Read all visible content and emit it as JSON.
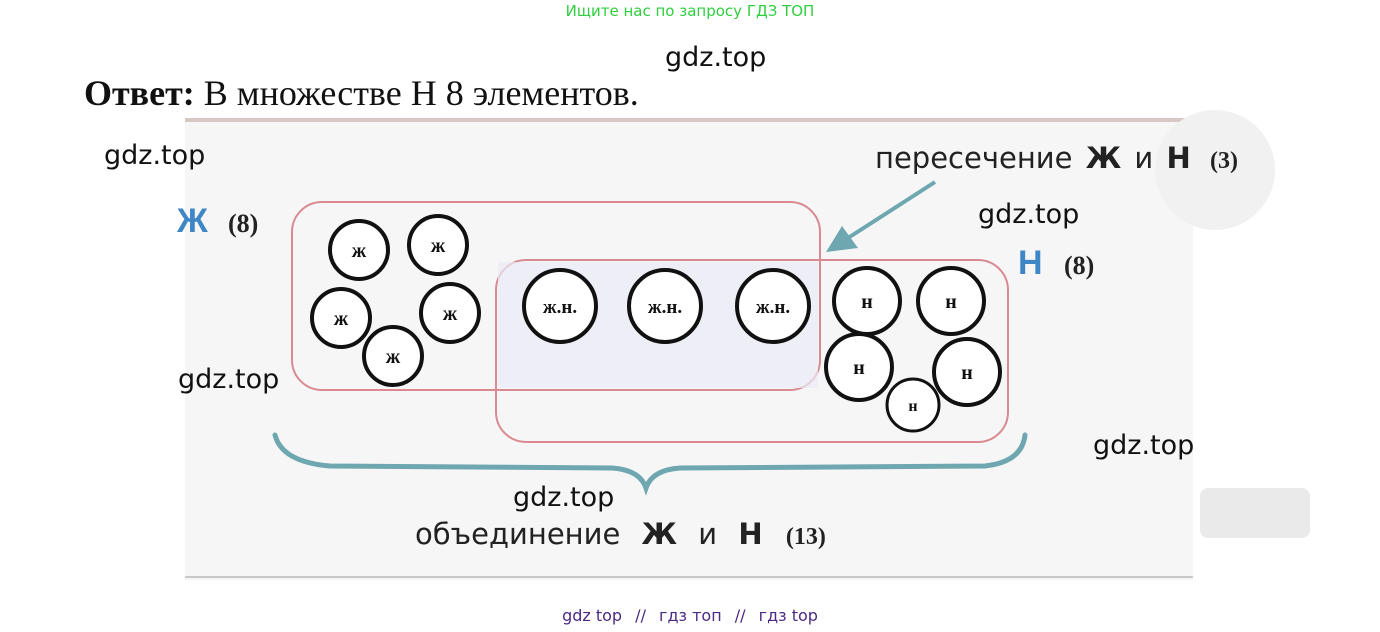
{
  "banner": {
    "text": "Ищите нас по запросу ГДЗ ТОП"
  },
  "answer": {
    "label": "Ответ:",
    "text": "В множестве Н 8 элементов."
  },
  "watermarks": [
    "gdz.top",
    "gdz.top",
    "gdz.top",
    "gdz.top",
    "gdz.top",
    "gdz.top"
  ],
  "diagram": {
    "set_zh": {
      "letter": "Ж",
      "count": "(8)"
    },
    "set_n": {
      "letter": "Н",
      "count": "(8)"
    },
    "intersection": {
      "prefix": "пересечение",
      "a": "Ж",
      "conj": "и",
      "b": "Н",
      "count": "(3)"
    },
    "union": {
      "prefix": "объединение",
      "a": "Ж",
      "conj": "и",
      "b": "Н",
      "count": "(13)"
    },
    "element_labels": {
      "zh": "ж",
      "both": "ж.н.",
      "n": "н"
    },
    "colors": {
      "set_border": "#d98a90",
      "arrow": "#6fa7b0",
      "brace": "#6fa7b0",
      "zh_label": "#3f86c6",
      "n_label": "#3f86c6"
    }
  },
  "footer": {
    "items": [
      "gdz top",
      "гдз топ",
      "гдз top"
    ],
    "separator": "//"
  }
}
